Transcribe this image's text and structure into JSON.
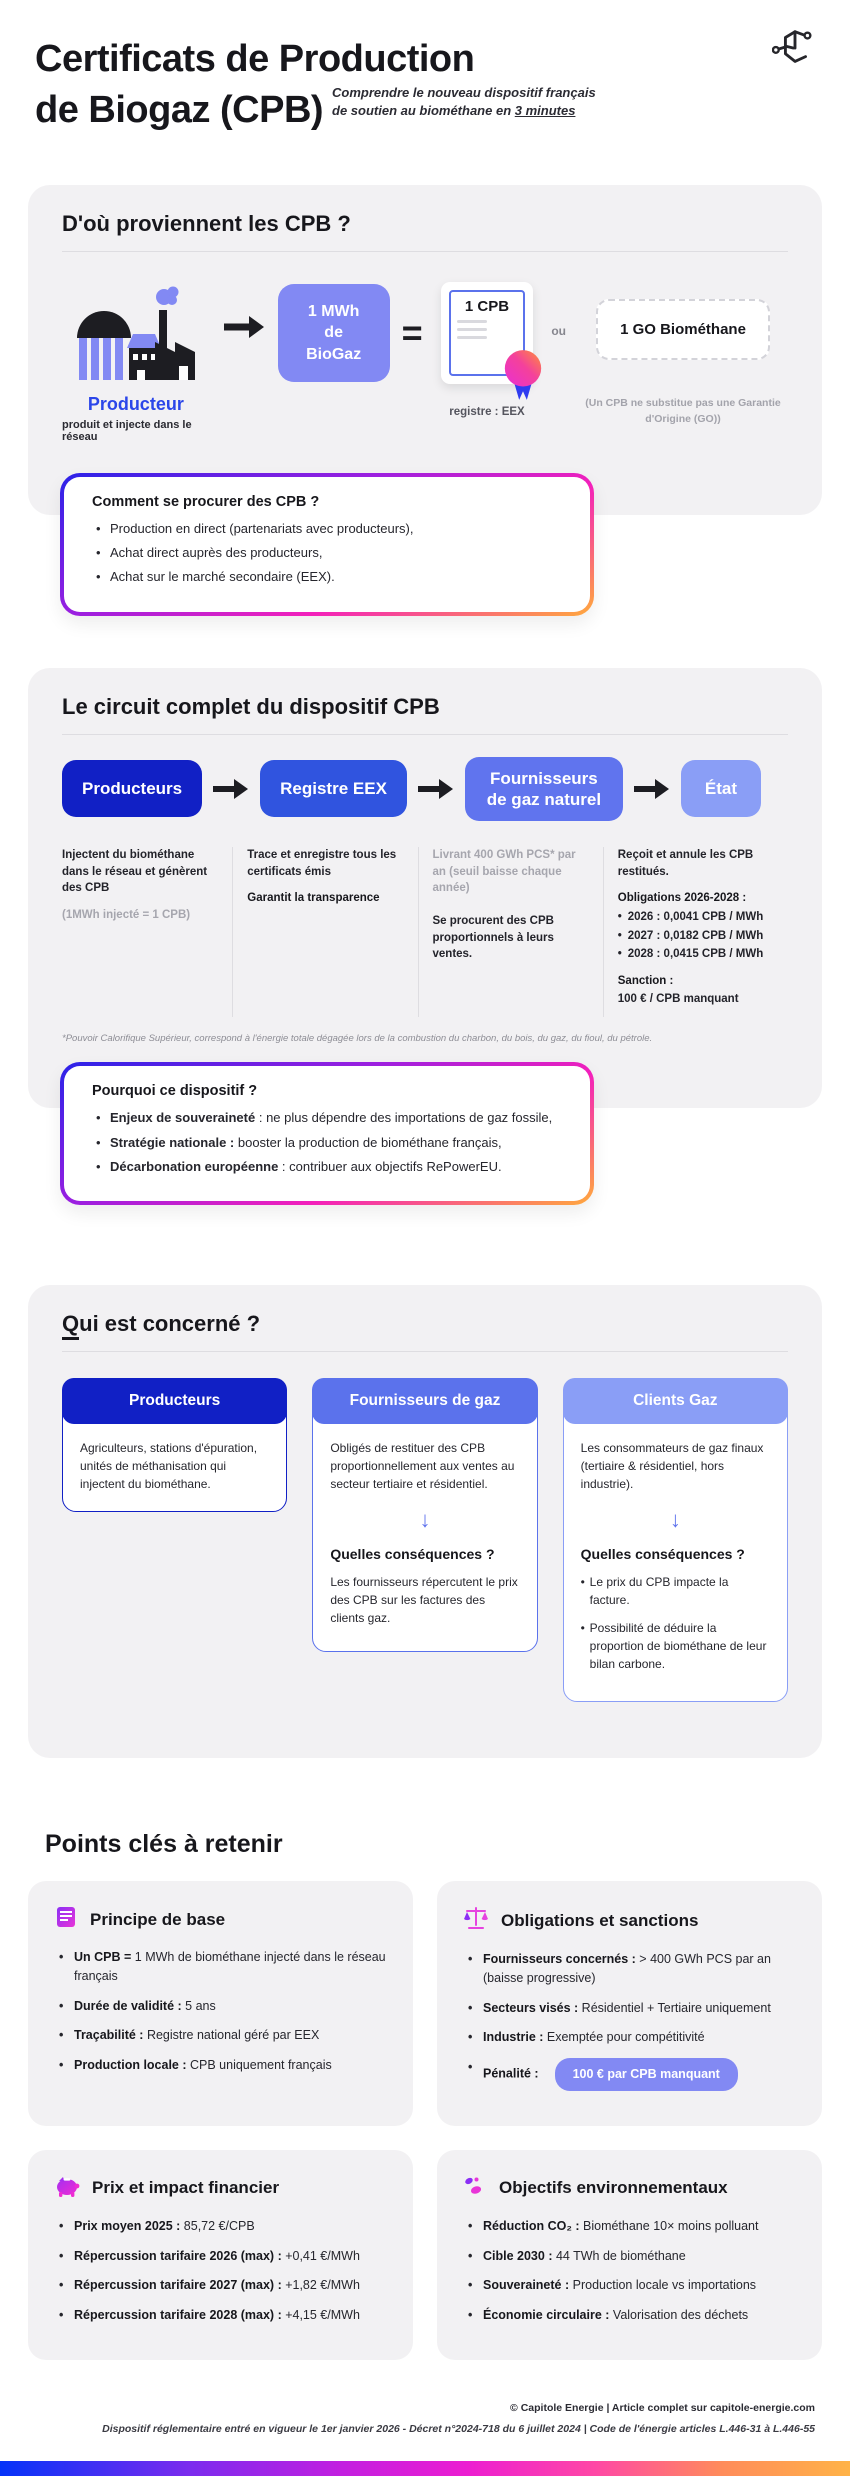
{
  "header": {
    "title_line1": "Certificats de Production",
    "title_line2": "de Biogaz (CPB)",
    "subtitle_text": "Comprendre le nouveau dispositif français de soutien au biométhane en ",
    "subtitle_link": "3 minutes"
  },
  "section_origin": {
    "title": "D'où proviennent les CPB ?",
    "producer_label": "Producteur",
    "producer_caption": "produit et injecte dans le réseau",
    "mwh_line1": "1 MWh",
    "mwh_line2": "de BioGaz",
    "equals": "=",
    "certificate_label": "1 CPB",
    "certificate_caption": "registre : EEX",
    "or_label": "ou",
    "go_label": "1 GO Biométhane",
    "go_caption": "(Un CPB ne substitue pas une Garantie d'Origine (GO))"
  },
  "callout_procure": {
    "title": "Comment se procurer des CPB ?",
    "items": [
      "Production en direct (partenariats avec producteurs),",
      "Achat direct auprès des producteurs,",
      "Achat sur le marché secondaire (EEX)."
    ]
  },
  "section_circuit": {
    "title": "Le circuit complet du dispositif CPB",
    "steps": [
      {
        "label": "Producteurs",
        "color": "#1120c5"
      },
      {
        "label": "Registre EEX",
        "color": "#3054df"
      },
      {
        "label": "Fournisseurs de gaz naturel",
        "color": "#6074ee"
      },
      {
        "label": "État",
        "color": "#8a9ef6"
      }
    ],
    "columns": [
      {
        "main": "Injectent du biométhane dans le réseau et génèrent des CPB",
        "sub": "(1MWh injecté = 1 CPB)"
      },
      {
        "main": "Trace et enregistre tous les certificats émis",
        "bold": "Garantit la transparence"
      },
      {
        "grey": "Livrant 400 GWh PCS* par an (seuil baisse chaque année)",
        "main": "Se procurent des CPB proportionnels à leurs ventes."
      },
      {
        "main": "Reçoit et annule les CPB restitués.",
        "obligations_title": "Obligations 2026-2028 :",
        "obligations": [
          "2026 : 0,0041 CPB / MWh",
          "2027 : 0,0182 CPB / MWh",
          "2028 : 0,0415 CPB / MWh"
        ],
        "sanction_title": "Sanction :",
        "sanction_value": "100 € / CPB manquant"
      }
    ],
    "footnote": "*Pouvoir Calorifique Supérieur, correspond à l'énergie totale dégagée lors de la combustion du charbon, du bois, du gaz, du fioul, du pétrole."
  },
  "callout_why": {
    "title": "Pourquoi ce dispositif ?",
    "items": [
      {
        "b": "Enjeux de souveraineté",
        "r": " : ne plus dépendre des importations de gaz fossile,"
      },
      {
        "b": "Stratégie nationale :",
        "r": " booster la production de biométhane français,"
      },
      {
        "b": "Décarbonation européenne",
        "r": " : contribuer aux objectifs RePowerEU."
      }
    ]
  },
  "section_who": {
    "title_first_letter": "Q",
    "title_rest": "ui est concerné ?",
    "cards": [
      {
        "title": "Producteurs",
        "body": "Agriculteurs, stations d'épuration, unités de méthanisation qui injectent du biométhane."
      },
      {
        "title": "Fournisseurs de gaz",
        "body": "Obligés de restituer des CPB proportionnellement aux ventes au secteur tertiaire et résidentiel.",
        "arrow": "↓",
        "consequences_title": "Quelles conséquences ?",
        "consequences": [
          "Les fournisseurs répercutent le prix des CPB sur les factures des clients gaz."
        ]
      },
      {
        "title": "Clients Gaz",
        "body": "Les consommateurs de gaz finaux (tertiaire & résidentiel, hors industrie).",
        "arrow": "↓",
        "consequences_title": "Quelles conséquences ?",
        "consequences": [
          "Le prix du CPB impacte la facture.",
          "Possibilité de déduire la proportion de biométhane de leur bilan carbone."
        ]
      }
    ]
  },
  "section_keypoints": {
    "heading": "Points clés à retenir",
    "cards": [
      {
        "icon": "certificate-icon",
        "title": "Principe de base",
        "items": [
          {
            "b": "Un CPB =",
            "r": " 1 MWh de biométhane injecté dans le réseau français"
          },
          {
            "b": "Durée de validité :",
            "r": " 5 ans"
          },
          {
            "b": "Traçabilité :",
            "r": " Registre national géré par EEX"
          },
          {
            "b": "Production locale :",
            "r": " CPB uniquement français"
          }
        ]
      },
      {
        "icon": "scales-icon",
        "title": "Obligations et sanctions",
        "items": [
          {
            "b": "Fournisseurs concernés :",
            "r": " > 400 GWh PCS par an (baisse progressive)"
          },
          {
            "b": "Secteurs visés :",
            "r": " Résidentiel + Tertiaire uniquement"
          },
          {
            "b": "Industrie :",
            "r": " Exemptée pour compétitivité"
          },
          {
            "b": "Pénalité :",
            "r": "",
            "badge": "100 € par CPB manquant"
          }
        ]
      },
      {
        "icon": "piggy-bank-icon",
        "title": "Prix et impact financier",
        "items": [
          {
            "b": "Prix moyen 2025 :",
            "r": " 85,72 €/CPB"
          },
          {
            "b": "Répercussion tarifaire 2026 (max) :",
            "r": " +0,41 €/MWh"
          },
          {
            "b": "Répercussion tarifaire 2027 (max) :",
            "r": " +1,82 €/MWh"
          },
          {
            "b": "Répercussion tarifaire 2028 (max) :",
            "r": " +4,15 €/MWh"
          }
        ]
      },
      {
        "icon": "leaves-icon",
        "title": "Objectifs environnementaux",
        "items": [
          {
            "b": "Réduction CO₂ :",
            "r": " Biométhane 10× moins polluant"
          },
          {
            "b": "Cible 2030 :",
            "r": " 44 TWh de biométhane"
          },
          {
            "b": "Souveraineté :",
            "r": " Production locale vs importations"
          },
          {
            "b": "Économie circulaire :",
            "r": " Valorisation des déchets"
          }
        ]
      }
    ]
  },
  "footer": {
    "credit": "© Capitole Energie | Article complet sur capitole-energie.com",
    "legal": "Dispositif réglementaire entré en vigueur le 1er janvier 2026 - Décret n°2024-718 du 6 juillet 2024 | Code de l'énergie articles L.446-31 à L.446-55"
  },
  "colors": {
    "periwinkle": "#8289f3",
    "blue_dark": "#1120c5",
    "blue_mid": "#3054df",
    "blue_soft": "#6074ee",
    "blue_light": "#8a9ef6",
    "producer_label_blue": "#2b46e9",
    "section_bg": "#f2f1f3",
    "badge_bg": "#8289f3",
    "callout_gradient": [
      "#2a22e8",
      "#9c1fe0",
      "#f320bb",
      "#ffaa3c"
    ],
    "bottom_bar_gradient": [
      "#0533f8",
      "#7a2cee",
      "#ec1ed1",
      "#ff48a5",
      "#ffb347"
    ]
  }
}
